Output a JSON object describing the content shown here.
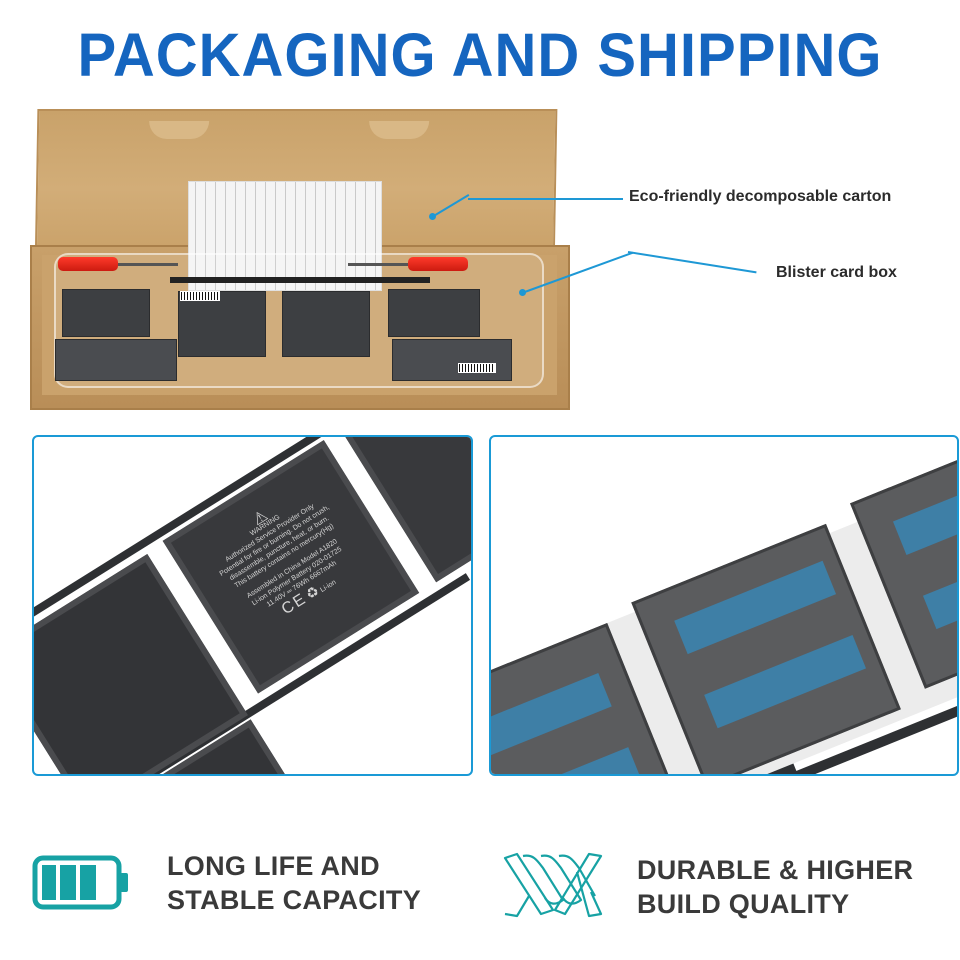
{
  "header": {
    "title": "PACKAGING AND SHIPPING"
  },
  "packaging_photo": {
    "callouts": [
      {
        "label": "Eco-friendly decomposable carton"
      },
      {
        "label": "Blister card box"
      }
    ]
  },
  "battery_label": {
    "warning_heading": "WARNING",
    "lines": [
      "Authorized Service Provider Only",
      "Potential for fire or burning. Do not crush,",
      "disassemble, puncture, heat, or burn.",
      "This battery contains no mercury(Hg)"
    ],
    "assembly_lines": [
      "Assembled in China Model A1820",
      "Li-ion Polymer Battery 020-01725",
      "11.40V ═ 76Wh 6667mAh"
    ],
    "ce_mark": "CE",
    "recycle_label": "Li-ion"
  },
  "features": [
    {
      "icon": "battery-icon",
      "line1": "LONG LIFE AND",
      "line2": "STABLE CAPACITY"
    },
    {
      "icon": "twisted-wire-icon",
      "line1": "DURABLE & HIGHER",
      "line2": "BUILD QUALITY"
    }
  ],
  "colors": {
    "title_blue": "#1565bf",
    "callout_blue": "#1e98d5",
    "panel_border": "#1a9ad6",
    "feature_teal": "#17a2a4",
    "feature_text": "#3a3a3a"
  }
}
